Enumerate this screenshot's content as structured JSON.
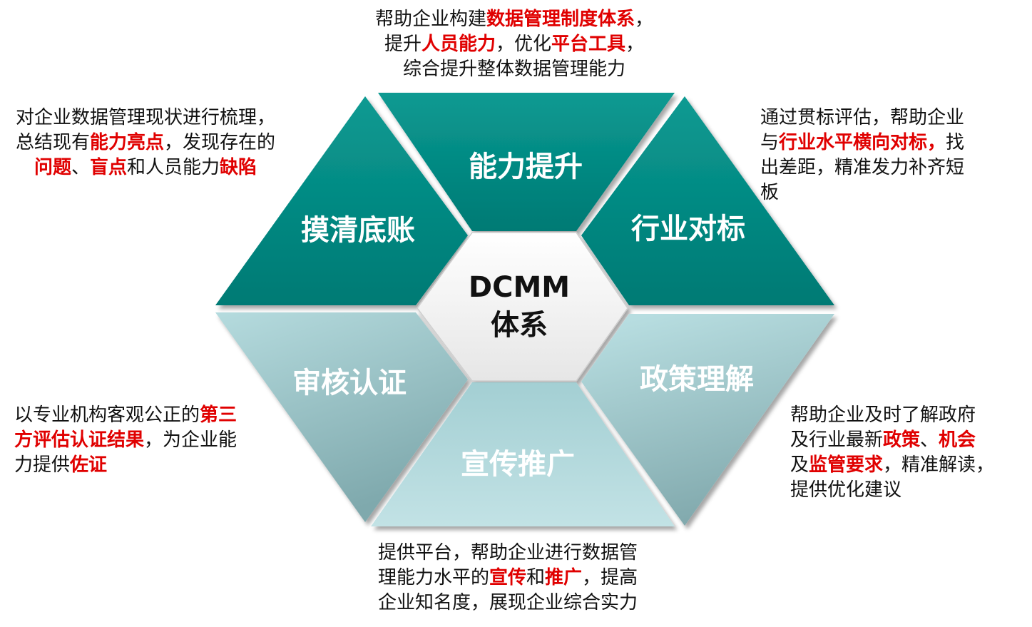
{
  "center": {
    "line1": "DCMM",
    "line2": "体系"
  },
  "colors": {
    "dark_teal": "#00867f",
    "light_teal": "#a9d3d6",
    "highlight": "#e00000",
    "text": "#111111"
  },
  "segments": [
    {
      "label": "能力提升"
    },
    {
      "label": "行业对标"
    },
    {
      "label": "政策理解"
    },
    {
      "label": "宣传推广"
    },
    {
      "label": "审核认证"
    },
    {
      "label": "摸清底账"
    }
  ],
  "descriptions": {
    "top": [
      [
        {
          "t": "帮助企业构建"
        },
        {
          "t": "数据管理制度体系",
          "h": true
        },
        {
          "t": "，"
        }
      ],
      [
        {
          "t": "提升"
        },
        {
          "t": "人员能力",
          "h": true
        },
        {
          "t": "，优化"
        },
        {
          "t": "平台工具",
          "h": true
        },
        {
          "t": "，"
        }
      ],
      [
        {
          "t": "综合提升整体数据管理能力"
        }
      ]
    ],
    "top_left": [
      [
        {
          "t": "对企业数据管理现状进行梳理，"
        }
      ],
      [
        {
          "t": "总结现有"
        },
        {
          "t": "能力亮点",
          "h": true
        },
        {
          "t": "，发现存在的"
        }
      ],
      [
        {
          "t": "问题",
          "h": true
        },
        {
          "t": "、"
        },
        {
          "t": "盲点",
          "h": true
        },
        {
          "t": "和人员能力"
        },
        {
          "t": "缺陷",
          "h": true
        }
      ]
    ],
    "top_right": [
      [
        {
          "t": "通过贯标评估，帮助企业"
        }
      ],
      [
        {
          "t": "与"
        },
        {
          "t": "行业水平横向对标，",
          "h": true
        },
        {
          "t": "找"
        }
      ],
      [
        {
          "t": "出差距，精准发力补齐短"
        }
      ],
      [
        {
          "t": "板"
        }
      ]
    ],
    "bottom_left": [
      [
        {
          "t": "以专业机构客观公正的"
        },
        {
          "t": "第三",
          "h": true
        }
      ],
      [
        {
          "t": "方评估认证结果",
          "h": true
        },
        {
          "t": "，为企业能"
        }
      ],
      [
        {
          "t": "力提供"
        },
        {
          "t": "佐证",
          "h": true
        }
      ]
    ],
    "bottom_right": [
      [
        {
          "t": "帮助企业及时了解政府"
        }
      ],
      [
        {
          "t": "及行业最新"
        },
        {
          "t": "政策",
          "h": true
        },
        {
          "t": "、"
        },
        {
          "t": "机会",
          "h": true
        }
      ],
      [
        {
          "t": "及"
        },
        {
          "t": "监管要求",
          "h": true
        },
        {
          "t": "，精准解读，"
        }
      ],
      [
        {
          "t": "提供优化建议"
        }
      ]
    ],
    "bottom": [
      [
        {
          "t": "提供平台，帮助企业进行数据管"
        }
      ],
      [
        {
          "t": "理能力水平的"
        },
        {
          "t": "宣传",
          "h": true
        },
        {
          "t": "和"
        },
        {
          "t": "推广",
          "h": true
        },
        {
          "t": "，提高"
        }
      ],
      [
        {
          "t": "企业知名度，展现企业综合实力"
        }
      ]
    ]
  }
}
